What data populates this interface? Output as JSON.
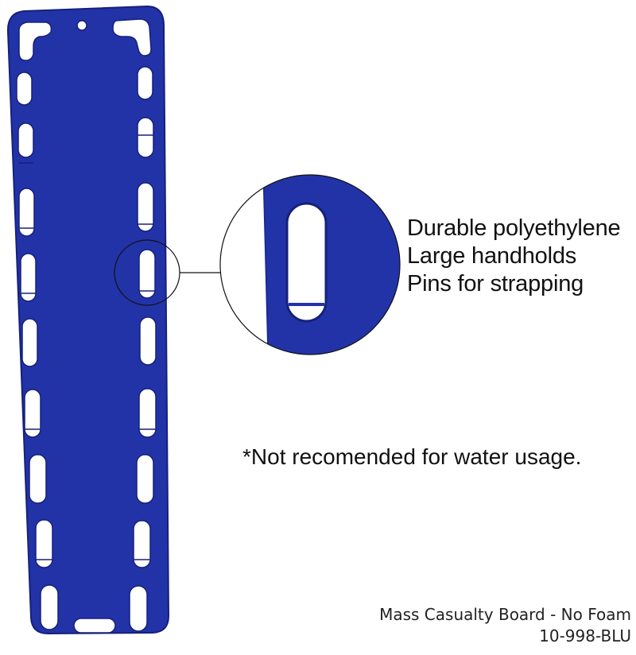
{
  "product": {
    "name": "Mass Casualty Board - No Foam",
    "sku": "10-998-BLU",
    "board_color": "#2233a8",
    "board_edge_color": "#16207a"
  },
  "features": [
    "Durable polyethylene",
    "Large handholds",
    "Pins for strapping"
  ],
  "note": "*Not recomended for water usage.",
  "callout": {
    "label": "handhold-detail-magnifier"
  }
}
